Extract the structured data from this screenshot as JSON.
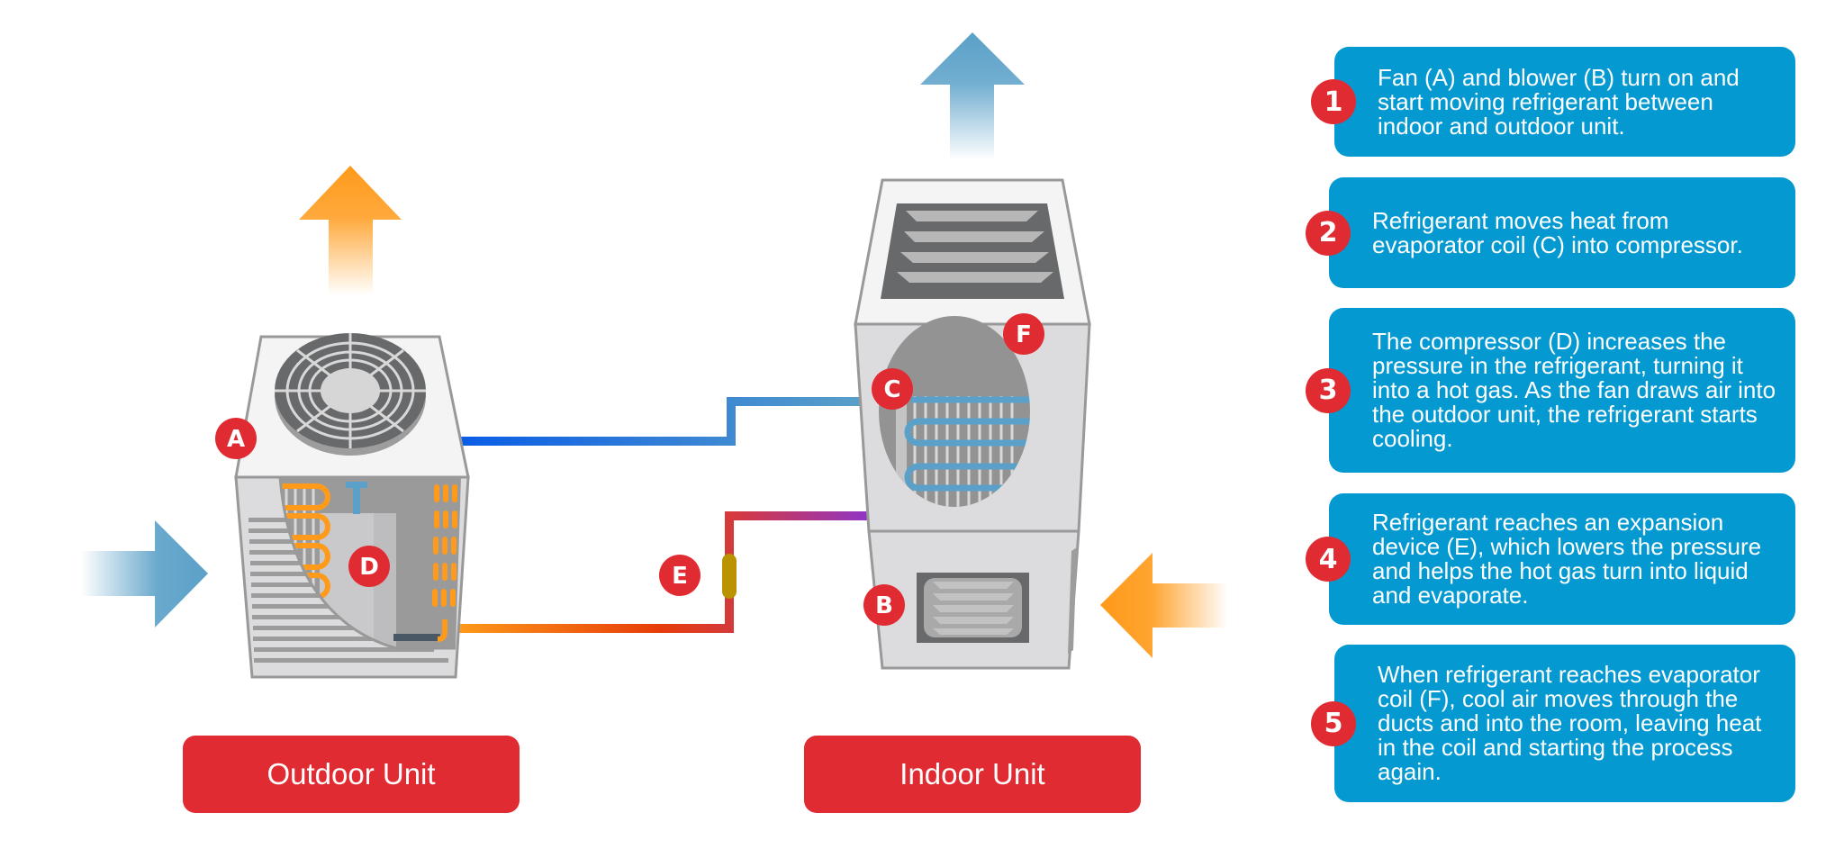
{
  "labels": {
    "outdoor_unit": "Outdoor Unit",
    "indoor_unit": "Indoor Unit"
  },
  "badges": {
    "A": "A",
    "B": "B",
    "C": "C",
    "D": "D",
    "E": "E",
    "F": "F"
  },
  "components": {
    "A": "fan",
    "B": "blower",
    "C": "evaporator coil",
    "D": "compressor",
    "E": "expansion device",
    "F": "evaporator coil"
  },
  "steps": [
    {
      "number": "1",
      "text": "Fan (A) and blower (B) turn on and start moving refrigerant between indoor and outdoor unit."
    },
    {
      "number": "2",
      "text": "Refrigerant moves heat from evaporator coil (C) into compressor."
    },
    {
      "number": "3",
      "text": "The compressor (D) increases the pressure in the refrigerant, turning it into a hot gas. As the fan draws air into the outdoor unit, the refrigerant starts cooling."
    },
    {
      "number": "4",
      "text": "Refrigerant reaches an expansion device (E), which lowers the pressure and helps the hot gas turn into liquid and evaporate."
    },
    {
      "number": "5",
      "text": "When refrigerant reaches evaporator coil (F), cool air moves through the ducts and into the room, leaving heat in the coil and starting the process again."
    }
  ],
  "colors": {
    "badge_red": "#e12b32",
    "step_blue": "#0499d1",
    "hot_orange": "#ff9a1a",
    "cool_blue": "#5aa0c8",
    "cold_line_blue": "#0a5ce6",
    "hot_line_red": "#e0352b",
    "line_purple": "#8e35c9",
    "expansion_gold": "#bb9300"
  }
}
